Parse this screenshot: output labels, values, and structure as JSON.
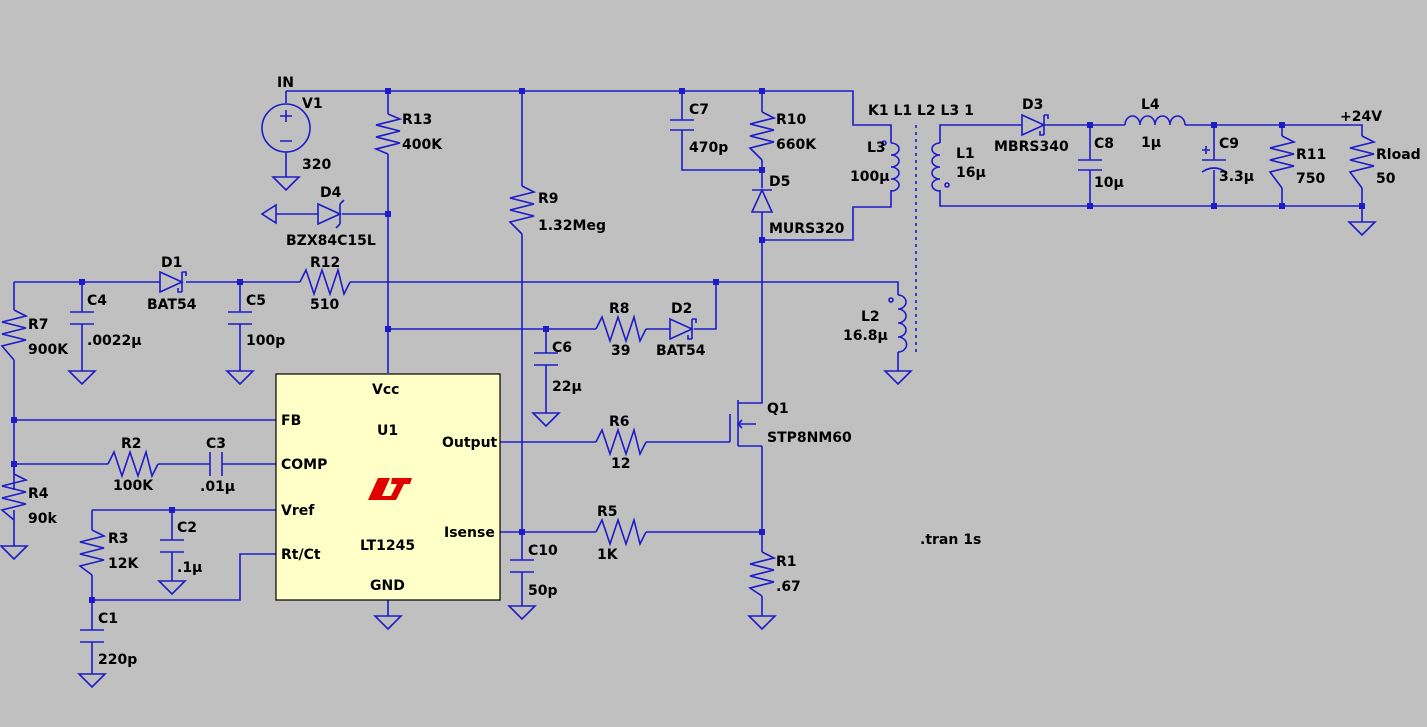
{
  "colors": {
    "background": "#c0c0c0",
    "wire": "#1c1cc8",
    "ic_fill": "#ffffc8",
    "logo": "#e00000",
    "text": "#000000"
  },
  "nets": {
    "in": "IN",
    "out": "+24V"
  },
  "directive": ".tran 1s",
  "coupling": "K1 L1 L2 L3 1",
  "components": {
    "V1": {
      "name": "V1",
      "value": "320"
    },
    "R13": {
      "name": "R13",
      "value": "400K"
    },
    "D4": {
      "name": "D4",
      "value": "BZX84C15L"
    },
    "R9": {
      "name": "R9",
      "value": "1.32Meg"
    },
    "C7": {
      "name": "C7",
      "value": "470p"
    },
    "R10": {
      "name": "R10",
      "value": "660K"
    },
    "D5": {
      "name": "D5",
      "value": "MURS320"
    },
    "L3": {
      "name": "L3",
      "value": "100μ"
    },
    "L1": {
      "name": "L1",
      "value": "16μ"
    },
    "D3": {
      "name": "D3",
      "value": "MBRS340"
    },
    "C8": {
      "name": "C8",
      "value": "10μ"
    },
    "L4": {
      "name": "L4",
      "value": "1μ"
    },
    "C9": {
      "name": "C9",
      "value": "3.3μ"
    },
    "R11": {
      "name": "R11",
      "value": "750"
    },
    "Rload": {
      "name": "Rload",
      "value": "50"
    },
    "D1": {
      "name": "D1",
      "value": "BAT54"
    },
    "R12": {
      "name": "R12",
      "value": "510"
    },
    "C4": {
      "name": "C4",
      "value": ".0022μ"
    },
    "C5": {
      "name": "C5",
      "value": "100p"
    },
    "R7": {
      "name": "R7",
      "value": "900K"
    },
    "R8": {
      "name": "R8",
      "value": "39"
    },
    "D2": {
      "name": "D2",
      "value": "BAT54"
    },
    "C6": {
      "name": "C6",
      "value": "22μ"
    },
    "L2": {
      "name": "L2",
      "value": "16.8μ"
    },
    "Q1": {
      "name": "Q1",
      "value": "STP8NM60"
    },
    "R6": {
      "name": "R6",
      "value": "12"
    },
    "R2": {
      "name": "R2",
      "value": "100K"
    },
    "C3": {
      "name": "C3",
      "value": ".01μ"
    },
    "R4": {
      "name": "R4",
      "value": "90k"
    },
    "R3": {
      "name": "R3",
      "value": "12K"
    },
    "C2": {
      "name": "C2",
      "value": ".1μ"
    },
    "C1": {
      "name": "C1",
      "value": "220p"
    },
    "C10": {
      "name": "C10",
      "value": "50p"
    },
    "R5": {
      "name": "R5",
      "value": "1K"
    },
    "R1": {
      "name": "R1",
      "value": ".67"
    }
  },
  "ic": {
    "name": "U1",
    "part": "LT1245",
    "logo": "LT",
    "pins": {
      "vcc": "Vcc",
      "fb": "FB",
      "comp": "COMP",
      "vref": "Vref",
      "rtct": "Rt/Ct",
      "gnd": "GND",
      "output": "Output",
      "isense": "Isense"
    }
  }
}
